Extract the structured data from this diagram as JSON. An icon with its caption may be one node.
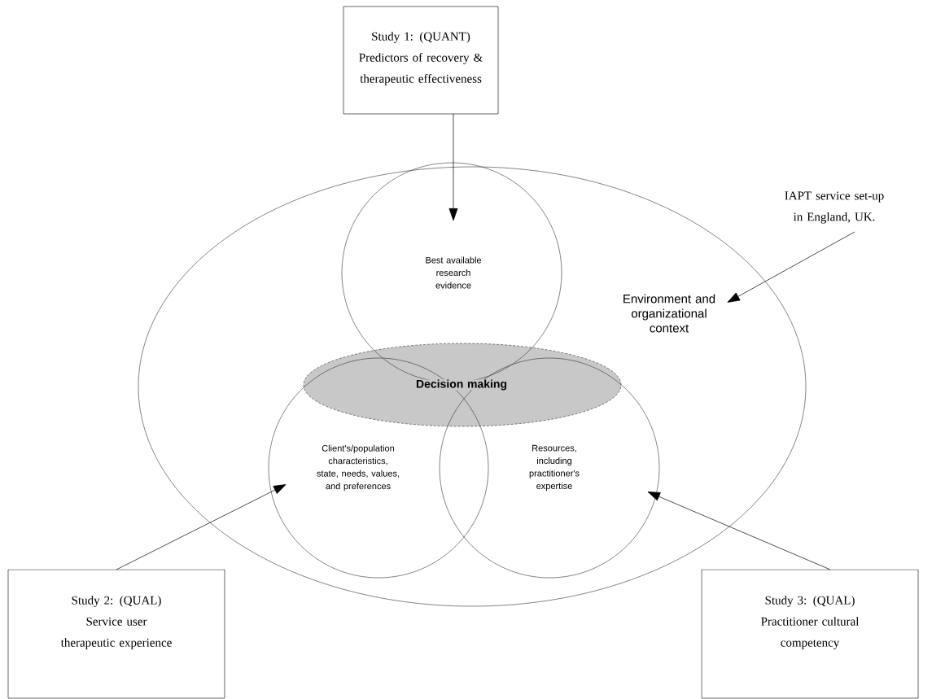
{
  "diagram": {
    "nodes": [
      {
        "text": [
          "Study 1: (QUANT) Predictors of recovery & therapeutic effectiveness"
        ]
      },
      {
        "text": [
          "IAPT service set-up in England, UK."
        ]
      },
      {
        "text": [
          "Environment and organizational context"
        ]
      },
      {
        "text": [
          "Best available research evidence"
        ],
        "in": 2
      },
      {
        "text": [
          "Decision making"
        ],
        "in": 2
      },
      {
        "text": [
          "Client's/population characteristics, state, needs, values, and preferences"
        ],
        "in": 2
      },
      {
        "text": [
          "Resources, including practitioner's expertise"
        ],
        "in": 2
      },
      {
        "text": [
          "Study 2: (QUAL) Service user therapeutic experience"
        ]
      },
      {
        "text": [
          "Study 3: (QUAL) Practitioner cultural competency"
        ]
      }
    ],
    "edges": [
      {
        "from": 0,
        "to": 3,
        "arrow": "to"
      },
      {
        "from": 1,
        "to": 2,
        "arrow": "to"
      },
      {
        "from": 7,
        "to": 5,
        "arrow": "to"
      },
      {
        "from": 8,
        "to": 6,
        "arrow": "to"
      }
    ]
  }
}
